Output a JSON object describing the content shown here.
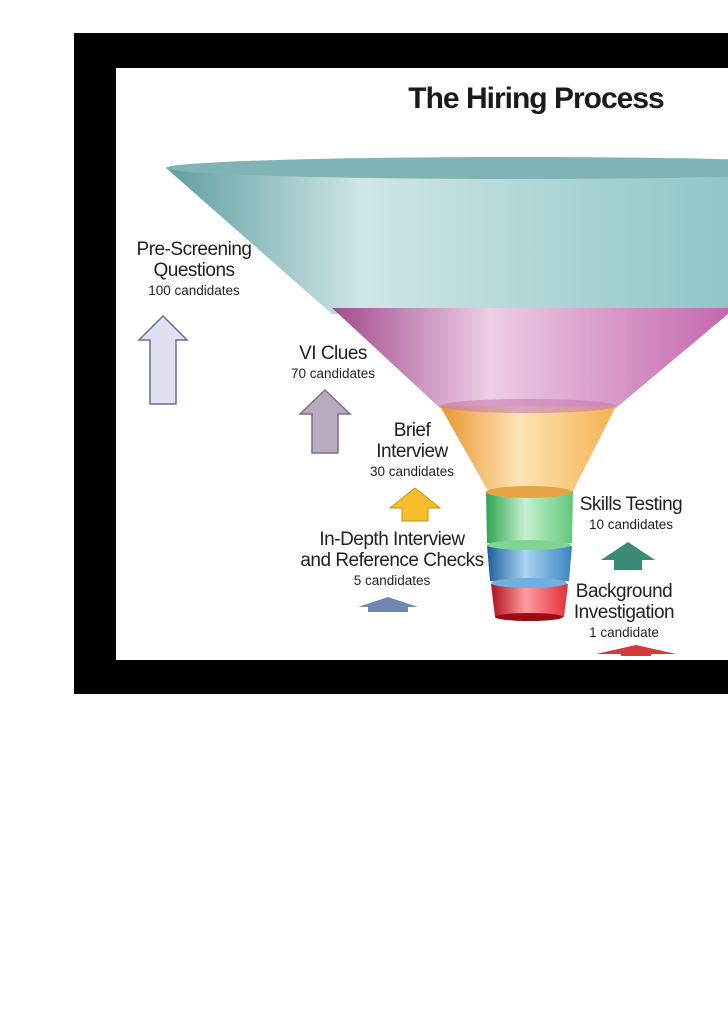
{
  "diagram": {
    "title": "The Hiring Process",
    "colors": {
      "frame": "#000000",
      "stage_1": "#8fc6c6",
      "stage_2": "#c268ad",
      "stage_3": "#f5b150",
      "stage_4": "#5fc77a",
      "stage_5": "#3b84c2",
      "stage_6": "#e0303a"
    },
    "stages": [
      {
        "line1": "Pre-Screening",
        "line2": "Questions",
        "count": "100 candidates",
        "arrow_color": "#dfe1f0"
      },
      {
        "line1": "VI Clues",
        "line2": "",
        "count": "70 candidates",
        "arrow_color": "#b9aac0"
      },
      {
        "line1": "Brief",
        "line2": "Interview",
        "count": "30 candidates",
        "arrow_color": "#f6bd2c"
      },
      {
        "line1": "Skills Testing",
        "line2": "",
        "count": "10 candidates",
        "arrow_color": "#3a8a78"
      },
      {
        "line1": "In-Depth Interview",
        "line2": "and Reference Checks",
        "count": "5 candidates",
        "arrow_color": "#6f86b0"
      },
      {
        "line1": "Background",
        "line2": "Investigation",
        "count": "1 candidate",
        "arrow_color": "#d83a3a"
      }
    ]
  }
}
